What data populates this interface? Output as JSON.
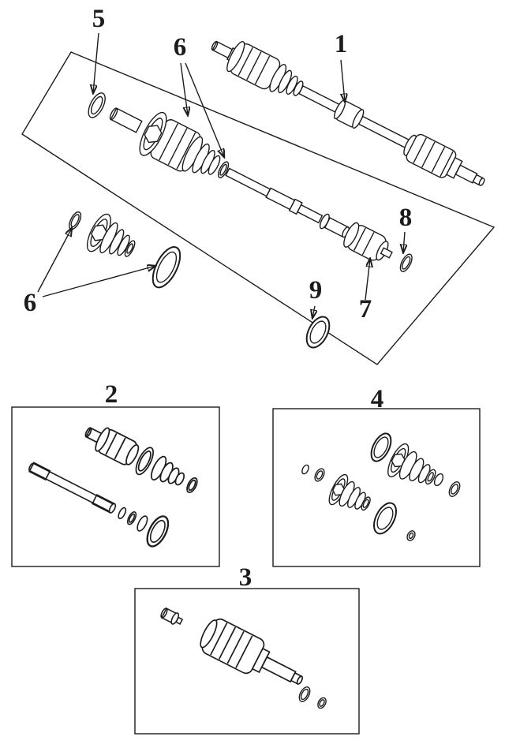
{
  "colors": {
    "background": "#ffffff",
    "line": "#1c1c1c"
  },
  "callouts": {
    "part1": "1",
    "part2": "2",
    "part3": "3",
    "part4": "4",
    "part5": "5",
    "part6_upper": "6",
    "part6_lower": "6",
    "part7": "7",
    "part8": "8",
    "part9": "9"
  }
}
